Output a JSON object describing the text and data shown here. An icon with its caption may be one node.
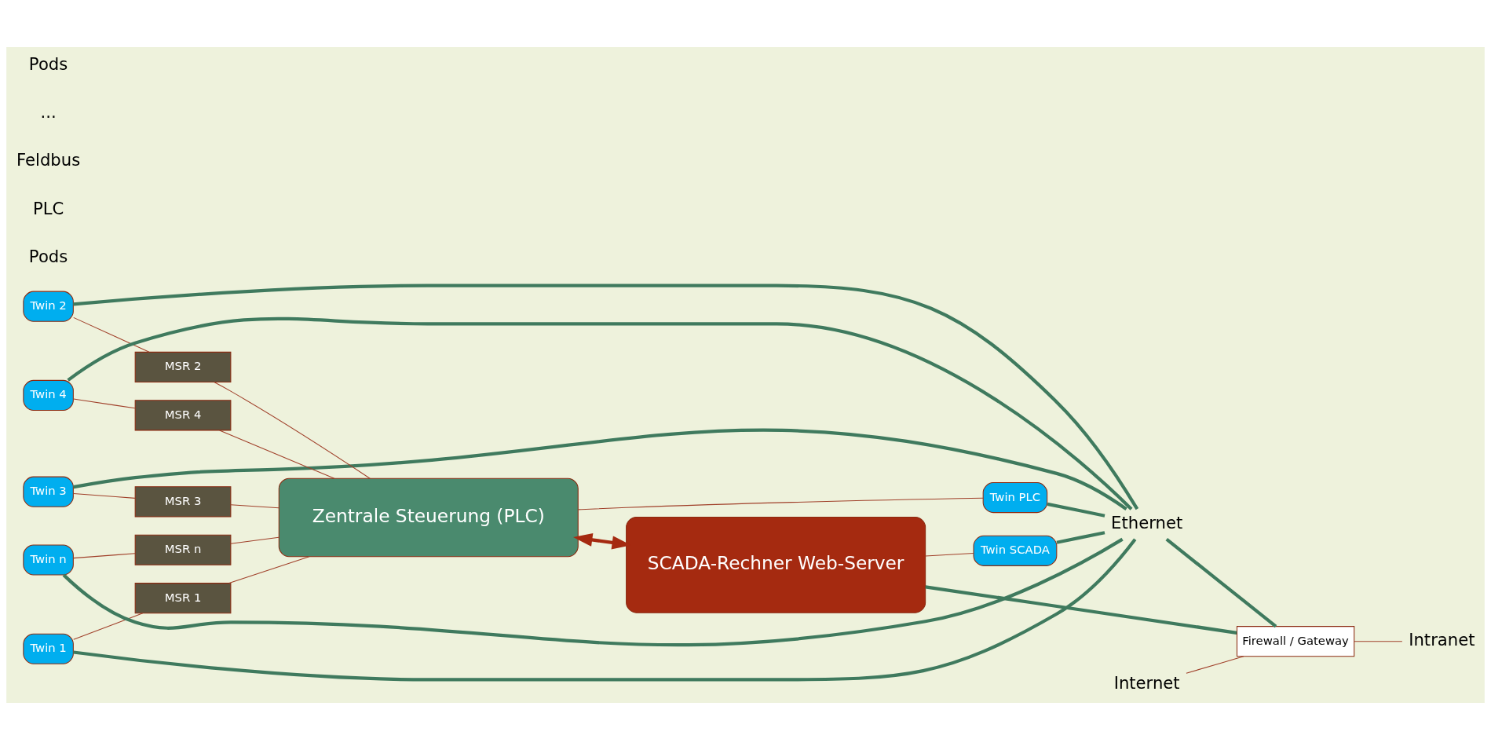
{
  "diagram": {
    "nodes": [
      {
        "text": [
          "Twin 1"
        ]
      },
      {
        "text": [
          "Twin 2"
        ]
      },
      {
        "text": [
          "Twin 3"
        ]
      },
      {
        "text": [
          "Twin 4"
        ]
      },
      {
        "text": [
          "Twin n"
        ]
      },
      {
        "text": [
          "MSR 1"
        ]
      },
      {
        "text": [
          "MSR 2"
        ]
      },
      {
        "text": [
          "MSR 3"
        ]
      },
      {
        "text": [
          "MSR 4"
        ]
      },
      {
        "text": [
          "MSR n"
        ]
      },
      {
        "text": [
          "Zentrale Steuerung (PLC)"
        ]
      },
      {
        "text": [
          "Twin PLC"
        ]
      },
      {
        "text": [
          "SCADA-Rechner Web-Server"
        ]
      },
      {
        "text": [
          "Twin SCADA"
        ]
      },
      {
        "text": [
          "Ethernet"
        ]
      },
      {
        "text": [
          "Internet"
        ]
      },
      {
        "text": [
          "Firewall / Gateway"
        ]
      },
      {
        "text": [
          "Intranet"
        ]
      }
    ],
    "edges": [
      {
        "from": 0,
        "to": 5,
        "arrow": "none"
      },
      {
        "from": 1,
        "to": 6,
        "arrow": "none"
      },
      {
        "from": 2,
        "to": 7,
        "arrow": "none"
      },
      {
        "from": 3,
        "to": 8,
        "arrow": "none"
      },
      {
        "from": 4,
        "to": 9,
        "arrow": "none"
      },
      {
        "from": 5,
        "to": 10,
        "arrow": "none"
      },
      {
        "from": 6,
        "to": 10,
        "arrow": "none"
      },
      {
        "from": 7,
        "to": 10,
        "arrow": "none"
      },
      {
        "from": 8,
        "to": 10,
        "arrow": "none"
      },
      {
        "from": 9,
        "to": 10,
        "arrow": "none"
      },
      {
        "from": 10,
        "to": 11,
        "arrow": "none"
      },
      {
        "from": 10,
        "to": 12,
        "arrow": "both",
        "style": "thick"
      },
      {
        "from": 12,
        "to": 13,
        "arrow": "none"
      },
      {
        "from": 0,
        "to": 14,
        "arrow": "none",
        "style": "thick",
        "color": "#3f7a5e"
      },
      {
        "from": 1,
        "to": 14,
        "arrow": "none",
        "style": "thick",
        "color": "#3f7a5e"
      },
      {
        "from": 2,
        "to": 14,
        "arrow": "none",
        "style": "thick",
        "color": "#3f7a5e"
      },
      {
        "from": 3,
        "to": 14,
        "arrow": "none",
        "style": "thick",
        "color": "#3f7a5e"
      },
      {
        "from": 4,
        "to": 14,
        "arrow": "none",
        "style": "thick",
        "color": "#3f7a5e"
      },
      {
        "from": 11,
        "to": 14,
        "arrow": "none",
        "style": "thick",
        "color": "#3f7a5e"
      },
      {
        "from": 13,
        "to": 14,
        "arrow": "none",
        "style": "thick",
        "color": "#3f7a5e"
      },
      {
        "from": 12,
        "to": 16,
        "arrow": "none",
        "style": "thick",
        "color": "#3f7a5e"
      },
      {
        "from": 14,
        "to": 16,
        "arrow": "none",
        "style": "thick",
        "color": "#3f7a5e"
      },
      {
        "from": 15,
        "to": 16,
        "arrow": "none"
      },
      {
        "from": 16,
        "to": 17,
        "arrow": "none"
      }
    ],
    "labels": [
      "Pods",
      "PLC",
      "Feldbus",
      "...",
      "Pods"
    ]
  }
}
